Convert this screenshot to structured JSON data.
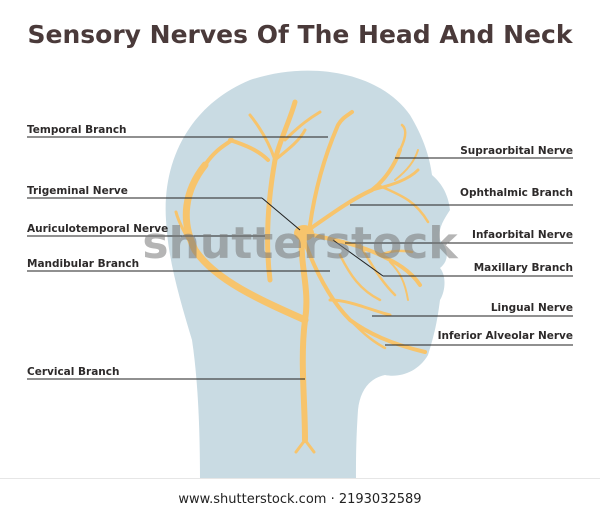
{
  "title": "Sensory Nerves Of The Head And Neck",
  "labels": {
    "temporal_branch": "Temporal Branch",
    "trigeminal_nerve": "Trigeminal Nerve",
    "auriculotemporal_nerve": "Auriculotemporal Nerve",
    "mandibular_branch": "Mandibular Branch",
    "cervical_branch": "Cervical Branch",
    "supraorbital_nerve": "Supraorbital Nerve",
    "ophthalmic_branch": "Ophthalmic Branch",
    "infaorbital_nerve": "Infaorbital Nerve",
    "maxillary_branch": "Maxillary Branch",
    "lingual_nerve": "Lingual Nerve",
    "inferior_alveolar_nerve": "Inferior Alveolar Nerve"
  },
  "watermark": "shutterstock",
  "footer": "www.shutterstock.com · 2193032589",
  "colors": {
    "head": "#c9dbe3",
    "nerve": "#f7c46c",
    "leader_line": "#222222",
    "title": "#4a3a3a"
  }
}
